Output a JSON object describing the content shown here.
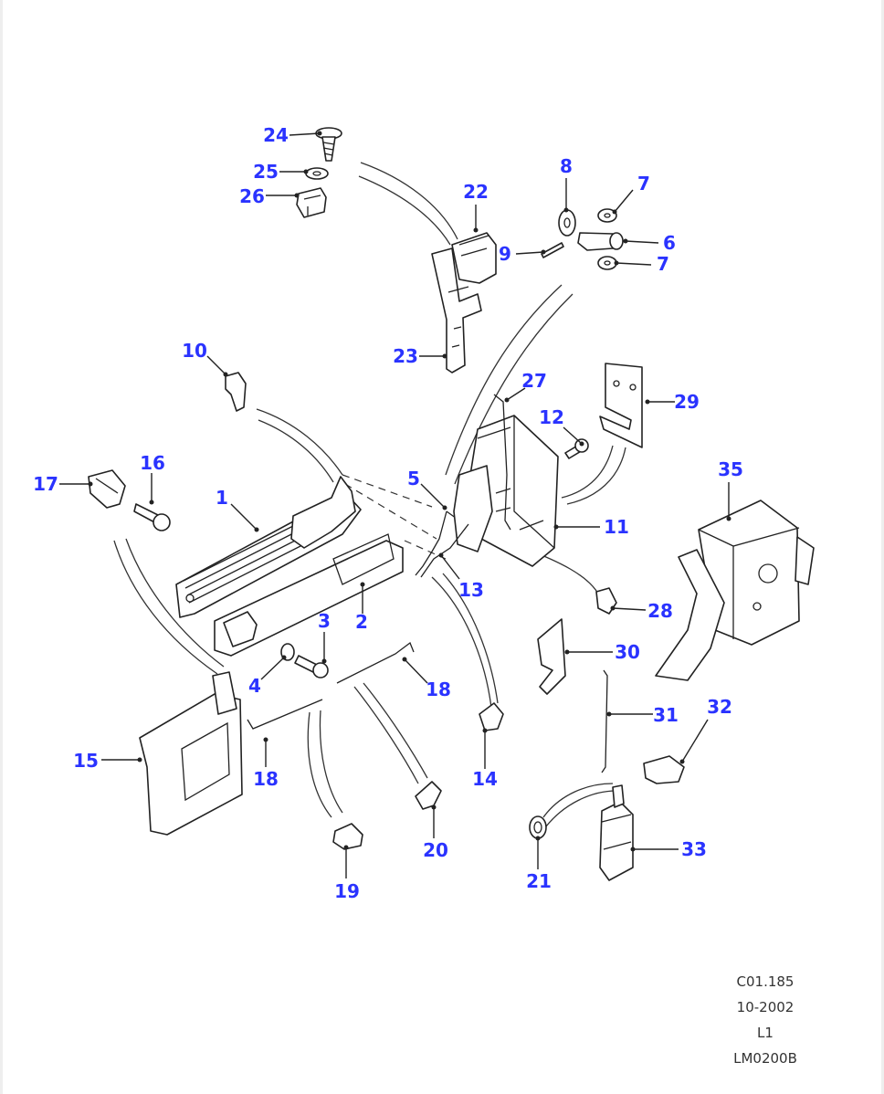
{
  "diagram": {
    "callouts": [
      "1",
      "2",
      "3",
      "4",
      "5",
      "6",
      "7",
      "7",
      "8",
      "9",
      "10",
      "11",
      "12",
      "13",
      "14",
      "15",
      "16",
      "17",
      "18",
      "18",
      "19",
      "20",
      "21",
      "22",
      "23",
      "24",
      "25",
      "26",
      "27",
      "28",
      "29",
      "30",
      "31",
      "32",
      "33",
      "35"
    ],
    "reference_block": [
      "C01.185",
      "10-2002",
      "L1",
      "LM0200B"
    ],
    "colors": {
      "callout": "#2a33ff",
      "line_art": "#222222",
      "reference_text": "#333333",
      "background": "#ffffff"
    }
  }
}
